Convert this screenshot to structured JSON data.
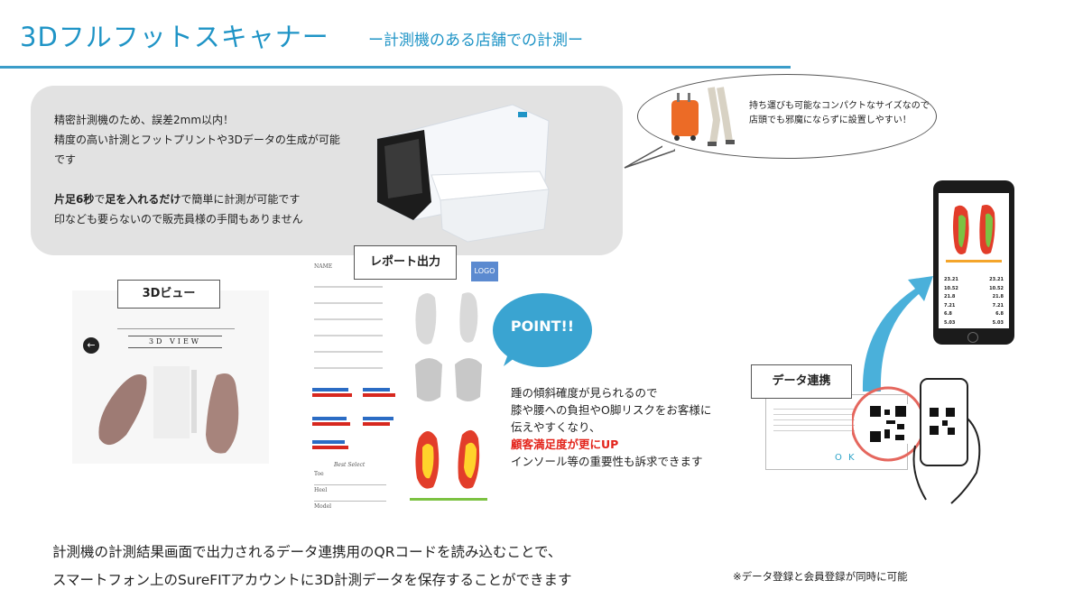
{
  "header": {
    "title": "3Dフルフットスキャナー",
    "subtitle": "ー計測機のある店舗での計測ー"
  },
  "intro": {
    "line1": "精密計測機のため、誤差2mm以内！",
    "line2": "精度の高い計測とフットプリントや3Dデータの生成が可能",
    "line3": "です",
    "line4_a": "片足6秒",
    "line4_b": "で",
    "line4_c": "足を入れるだけ",
    "line4_d": "で簡単に計測が可能です",
    "line5": "印なども要らないので販売員様の手間もありません"
  },
  "speech_bubble": {
    "line1": "持ち運びも可能なコンパクトなサイズなので",
    "line2": "店頭でも邪魔にならずに設置しやすい！"
  },
  "labels": {
    "view3d": "3Dビュー",
    "report": "レポート出力",
    "data_link": "データ連携"
  },
  "view3d_screen": {
    "heading": "3D VIEW"
  },
  "report_doc": {
    "logo": "LOGO",
    "name_label": "NAME",
    "best_select": "Best Select",
    "rows": [
      "Toe",
      "Heel",
      "Model"
    ]
  },
  "point": {
    "badge": "POINT!!",
    "line1": "踵の傾斜確度が見られるので",
    "line2": "膝や腰への負担やO脚リスクをお客様に",
    "line3": "伝えやすくなり、",
    "line4": "顧客満足度が更にUP",
    "line5": "インソール等の重要性も訴求できます"
  },
  "qr_dialog": {
    "ok": "O K"
  },
  "phone": {
    "values_left": [
      "23.21",
      "10.52",
      "21.8",
      "7.21",
      "6.8",
      "5.03"
    ],
    "values_right": [
      "23.21",
      "10.52",
      "21.8",
      "7.21",
      "6.8",
      "5.03"
    ]
  },
  "footer": {
    "line1": "計測機の計測結果画面で出力されるデータ連携用のQRコードを読み込むことで、",
    "line2": "スマートフォン上のSureFITアカウントに3D計測データを保存することができます",
    "note": "※データ登録と会員登録が同時に可能"
  },
  "colors": {
    "accent": "#1f94c6",
    "point_bubble": "#3aa4d1",
    "highlight_red": "#e3241b",
    "panel_gray": "#e2e2e2"
  }
}
